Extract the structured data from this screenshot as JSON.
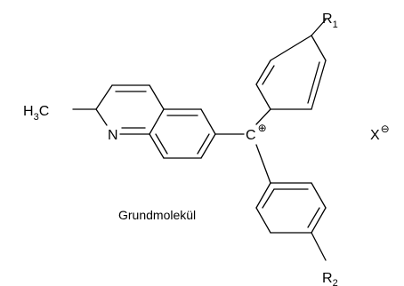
{
  "molecule": {
    "substituent_r1": {
      "letter": "R",
      "index": "1"
    },
    "substituent_r2": {
      "letter": "R",
      "index": "2"
    },
    "methyl_group": {
      "h": "H",
      "h_count": "3",
      "c": "C"
    },
    "ring_nitrogen": "N",
    "carbocation": {
      "atom": "C",
      "charge": "⊕"
    },
    "counter_ion": {
      "atom": "X",
      "charge": "⊖"
    }
  },
  "caption": "Grundmolekül",
  "colors": {
    "line": "#000000",
    "background": "#ffffff"
  }
}
